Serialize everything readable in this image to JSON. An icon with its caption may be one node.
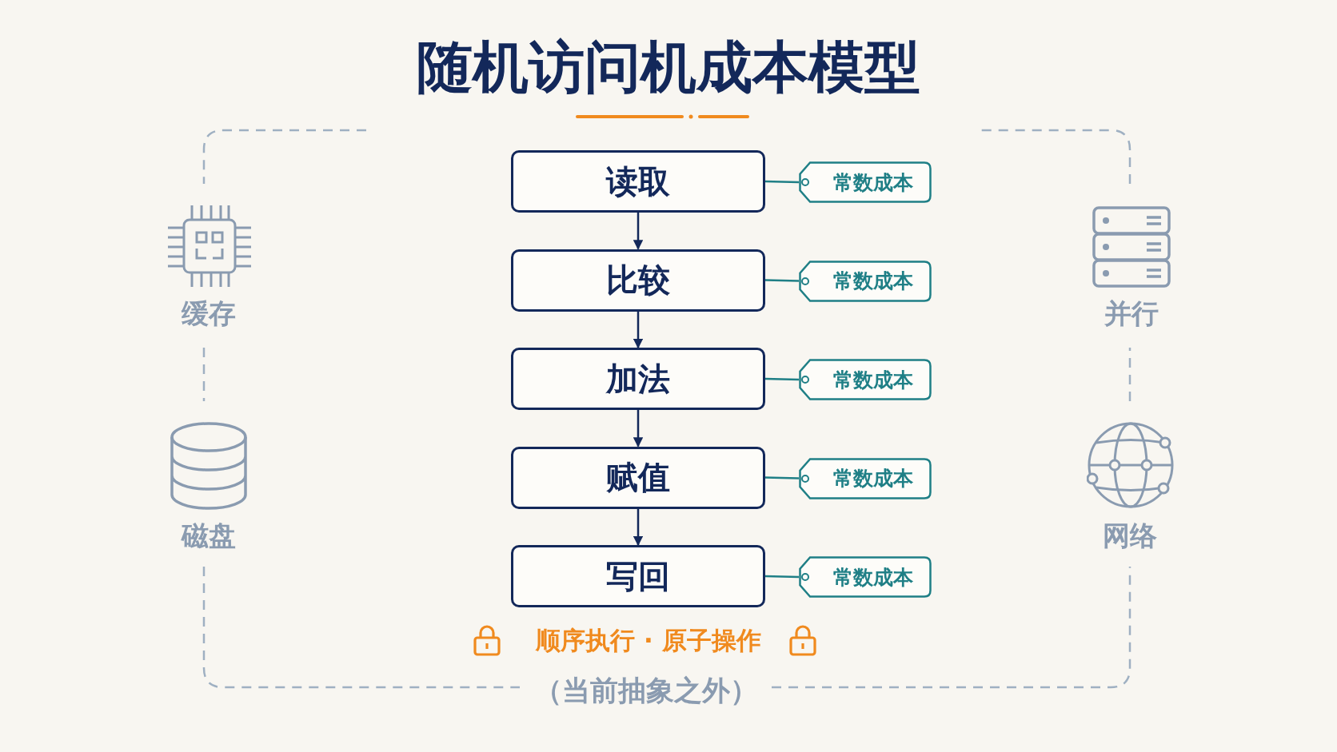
{
  "diagram": {
    "title": "随机访问机成本模型",
    "nodes": [
      {
        "text": [
          "读取"
        ]
      },
      {
        "text": [
          "比较"
        ]
      },
      {
        "text": [
          "加法"
        ]
      },
      {
        "text": [
          "赋值"
        ]
      },
      {
        "text": [
          "写回"
        ]
      },
      {
        "text": [
          "常数成本"
        ]
      },
      {
        "text": [
          "常数成本"
        ]
      },
      {
        "text": [
          "常数成本"
        ]
      },
      {
        "text": [
          "常数成本"
        ]
      },
      {
        "text": [
          "常数成本"
        ]
      }
    ],
    "edges": [
      {
        "from": 0,
        "to": 1,
        "arrow": "to",
        "color": "#13285a"
      },
      {
        "from": 1,
        "to": 2,
        "arrow": "to",
        "color": "#13285a"
      },
      {
        "from": 2,
        "to": 3,
        "arrow": "to",
        "color": "#13285a"
      },
      {
        "from": 3,
        "to": 4,
        "arrow": "to",
        "color": "#13285a"
      },
      {
        "from": 0,
        "to": 5,
        "arrow": "none"
      },
      {
        "from": 1,
        "to": 6,
        "arrow": "none"
      },
      {
        "from": 2,
        "to": 7,
        "arrow": "none"
      },
      {
        "from": 3,
        "to": 8,
        "arrow": "none"
      },
      {
        "from": 4,
        "to": 9,
        "arrow": "none"
      }
    ],
    "labels": [
      "缓存",
      "磁盘",
      "并行",
      "网络",
      "顺序执行 · 原子操作",
      "（当前抽象之外）"
    ]
  }
}
